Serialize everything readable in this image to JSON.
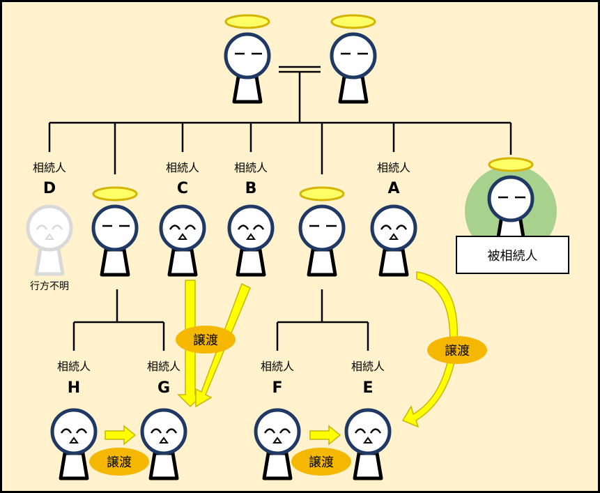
{
  "labels": {
    "heir": "相続人",
    "missing": "行方不明",
    "decedent": "被相続人",
    "transfer": "譲渡"
  },
  "persons": {
    "D": "D",
    "C": "C",
    "B": "B",
    "A": "A",
    "H": "H",
    "G": "G",
    "F": "F",
    "E": "E"
  },
  "colors": {
    "background": "#fff2cc",
    "halo_fill": "#ffff66",
    "halo_stroke": "#d4b400",
    "head_stroke": "#1f3864",
    "missing_gray": "#d9d9d9",
    "decedent_highlight": "#a9d18e",
    "arrow_fill": "#ffff00",
    "arrow_stroke": "#c9b400",
    "pill_fill": "#f5b700",
    "line": "#000000"
  }
}
